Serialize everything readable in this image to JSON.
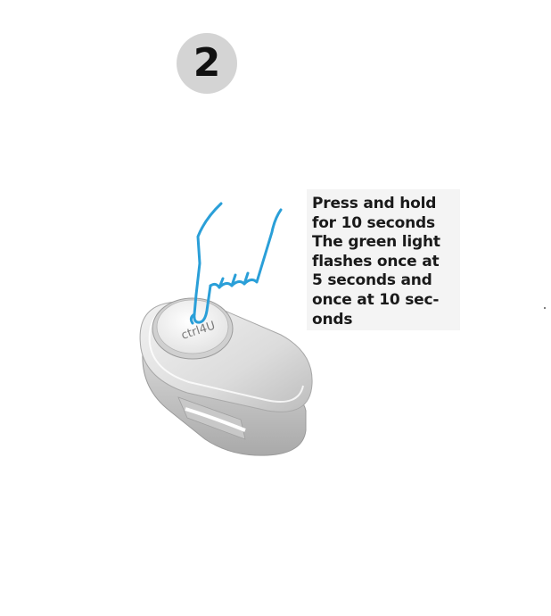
{
  "step": {
    "number": "2"
  },
  "instruction": {
    "lines": [
      "Press and hold",
      "for 10 seconds",
      "The green light",
      "flashes once at",
      "5 seconds and",
      "once at 10 sec-",
      "onds"
    ]
  },
  "device": {
    "button_logo": "ctrl4U"
  },
  "colors": {
    "badge_background": "#d4d4d4",
    "text": "#1a1a1a",
    "hand_outline": "#2a9fd8",
    "device_body": "#e2e2e2",
    "instruction_background": "#f4f4f4"
  },
  "icons": {
    "hand": "pointing-hand-icon",
    "device": "finger-clip-device"
  }
}
